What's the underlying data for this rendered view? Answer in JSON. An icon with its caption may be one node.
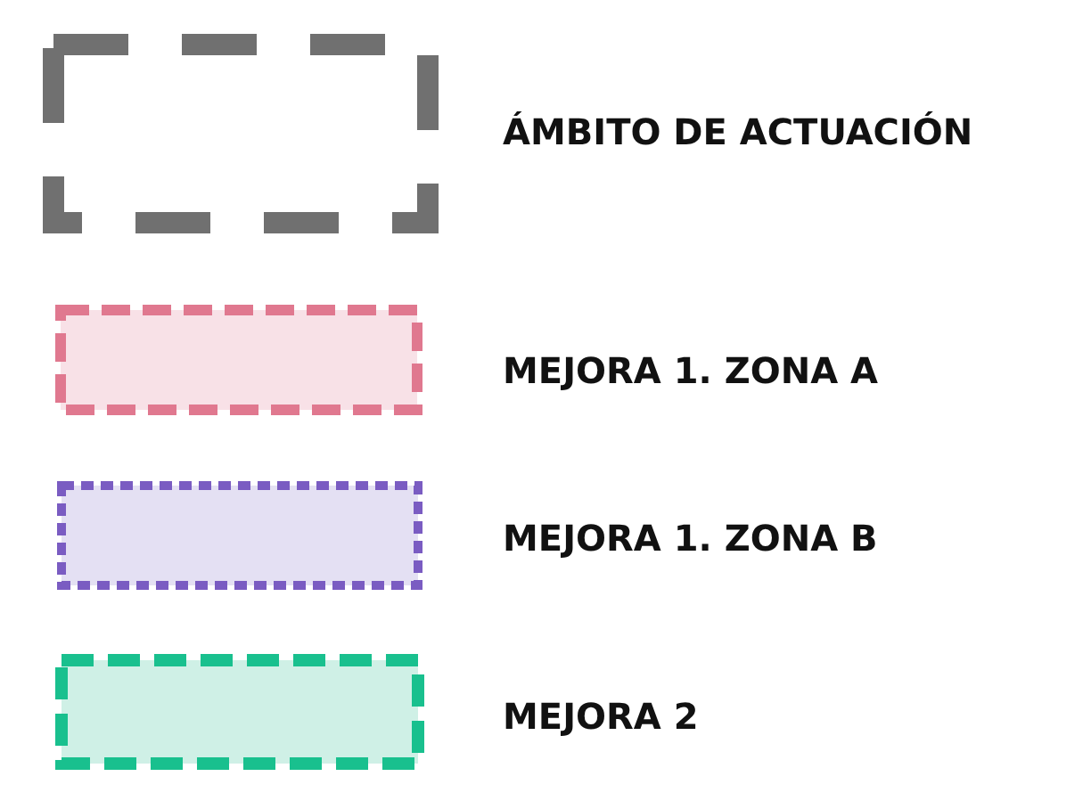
{
  "diagram": {
    "legend": [
      {
        "text": "ÁMBITO DE ACTUACIÓN"
      },
      {
        "text": "MEJORA 1. ZONA A",
        "color": "#f8e1e7"
      },
      {
        "text": "MEJORA 1. ZONA B",
        "color": "#e4e0f3"
      },
      {
        "text": "MEJORA 2",
        "color": "#cff0e6"
      }
    ]
  }
}
